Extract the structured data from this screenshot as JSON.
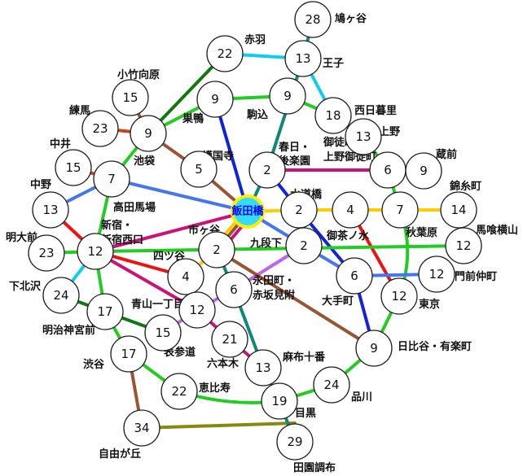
{
  "colors": {
    "lightgreen": "#22cc22",
    "darkgreen": "#117711",
    "cyan": "#11ccee",
    "blue": "#1122dd",
    "teal": "#118877",
    "brown": "#995533",
    "orangeRed": "#cc4411",
    "red": "#ee1111",
    "magenta": "#cc1177",
    "yellow": "#ffcc00",
    "skyblue": "#4477ee",
    "purple": "#bb66ee",
    "olive": "#888811"
  },
  "hub": {
    "name": "飯田橋"
  },
  "nodes": [
    {
      "id": "hatogaya",
      "value": "28",
      "label": "鳩ヶ谷"
    },
    {
      "id": "akabane",
      "value": "22",
      "label": "赤羽"
    },
    {
      "id": "oji",
      "value": "13",
      "label": "王子"
    },
    {
      "id": "kotake",
      "value": "15",
      "label": "小竹向原"
    },
    {
      "id": "sugamo",
      "value": "9",
      "label": "巣鴨"
    },
    {
      "id": "komagome",
      "value": "9",
      "label": "駒込"
    },
    {
      "id": "nishinippori",
      "value": "18",
      "label": "西日暮里"
    },
    {
      "id": "nerima",
      "value": "23",
      "label": "練馬"
    },
    {
      "id": "ikebukuro",
      "value": "9",
      "label": "池袋"
    },
    {
      "id": "ueno",
      "value": "13",
      "label": "上野"
    },
    {
      "id": "nakai",
      "value": "15",
      "label": "中井"
    },
    {
      "id": "gokokuji",
      "value": "5",
      "label": "護国寺"
    },
    {
      "id": "kasuga",
      "value": "2",
      "label": "春日・後楽園"
    },
    {
      "id": "okachimachi",
      "value": "6",
      "label": "御徒町・上野御徒町"
    },
    {
      "id": "kuramae",
      "value": "9",
      "label": "蔵前"
    },
    {
      "id": "takadanobaba",
      "value": "7",
      "label": "高田馬場"
    },
    {
      "id": "nakano",
      "value": "13",
      "label": "中野"
    },
    {
      "id": "suidobashi",
      "value": "2",
      "label": "水道橋"
    },
    {
      "id": "ochanomizu",
      "value": "4",
      "label": "御茶ノ水"
    },
    {
      "id": "akihabara",
      "value": "7",
      "label": "秋葉原"
    },
    {
      "id": "kinshicho",
      "value": "14",
      "label": "錦糸町"
    },
    {
      "id": "shinjuku",
      "value": "12",
      "label": "新宿・新宿西口"
    },
    {
      "id": "ichigaya",
      "value": "2",
      "label": "市ヶ谷"
    },
    {
      "id": "kudanshita",
      "value": "2",
      "label": "九段下"
    },
    {
      "id": "bakuroyokoyama",
      "value": "12",
      "label": "馬喰横山"
    },
    {
      "id": "meidaimae",
      "value": "23",
      "label": "明大前"
    },
    {
      "id": "yotsuya",
      "value": "4",
      "label": "四ツ谷"
    },
    {
      "id": "otemachi",
      "value": "6",
      "label": "大手町"
    },
    {
      "id": "monzennakacho",
      "value": "12",
      "label": "門前仲町"
    },
    {
      "id": "nagatacho",
      "value": "6",
      "label": "永田町・赤坂見附"
    },
    {
      "id": "shimokitazawa",
      "value": "24",
      "label": "下北沢"
    },
    {
      "id": "meijijingumae",
      "value": "17",
      "label": "明治神宮前"
    },
    {
      "id": "aoyama",
      "value": "12",
      "label": "青山一丁目"
    },
    {
      "id": "tokyo",
      "value": "12",
      "label": "東京"
    },
    {
      "id": "omotesando",
      "value": "15",
      "label": "表参道"
    },
    {
      "id": "roppongi",
      "value": "21",
      "label": "六本木"
    },
    {
      "id": "hibiya",
      "value": "9",
      "label": "日比谷・有楽町"
    },
    {
      "id": "shibuya",
      "value": "17",
      "label": "渋谷"
    },
    {
      "id": "azabujuban",
      "value": "13",
      "label": "麻布十番"
    },
    {
      "id": "shinagawa",
      "value": "24",
      "label": "品川"
    },
    {
      "id": "ebisu",
      "value": "22",
      "label": "恵比寿"
    },
    {
      "id": "meguro",
      "value": "19",
      "label": "目黒"
    },
    {
      "id": "jiyugaoka",
      "value": "34",
      "label": "自由が丘"
    },
    {
      "id": "denenchofu",
      "value": "29",
      "label": "田園調布"
    }
  ]
}
